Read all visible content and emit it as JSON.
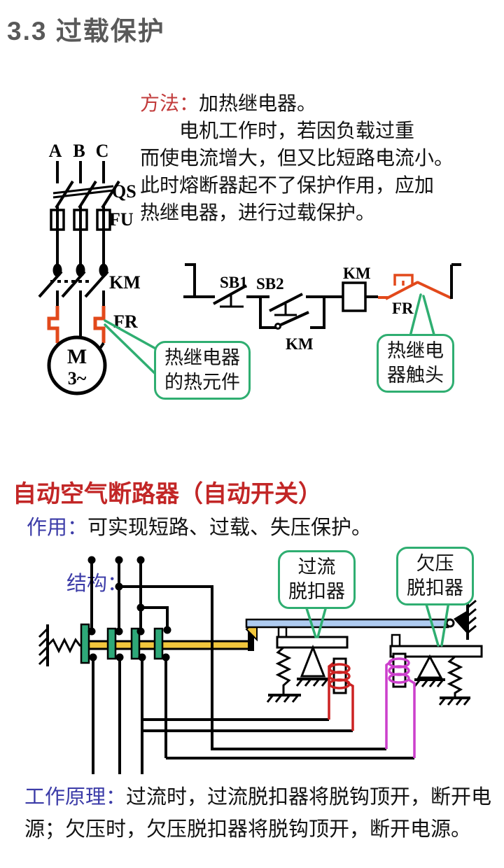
{
  "title": "3.3  过载保护",
  "overload": {
    "method_label": "方法：",
    "method_value": "加热继电器。",
    "paragraph": "电机工作时，若因负载过重\n而使电流增大，但又比短路电流小。\n此时熔断器起不了保护作用，应加\n热继电器，进行过载保护。",
    "labels": {
      "phase_a": "A",
      "phase_b": "B",
      "phase_c": "C",
      "qs": "QS",
      "fu": "FU",
      "km_main": "KM",
      "fr_heater": "FR",
      "motor": "M",
      "motor_sub": "3~",
      "sb1": "SB1",
      "sb2": "SB2",
      "km_latch": "KM",
      "km_coil": "KM",
      "fr_contact": "FR"
    },
    "callout_heater": "热继电器\n的热元件",
    "callout_contact": "热继电\n器触头"
  },
  "breaker": {
    "heading": "自动空气断路器（自动开关）",
    "role_label": "作用：",
    "role_value": "可实现短路、过载、失压保护。",
    "structure_label": "结构：",
    "callout_overcurrent": "过流\n脱扣器",
    "callout_undervoltage": "欠压\n脱扣器",
    "principle_label": "工作原理：",
    "principle_value": "过流时，过流脱扣器将脱钩顶开，断开电源；欠压时，欠压脱扣器将脱钩顶开，断开电源。"
  },
  "colors": {
    "title_gray": "#595959",
    "heading_red": "#C22626",
    "label_red": "#C23B3B",
    "label_blue": "#3C3CA8",
    "callout_green": "#2FAE71",
    "heater_orange": "#E2491B",
    "bar_yellow": "#F2C63C",
    "contact_green": "#2EA878",
    "bar_blue": "#AECBF0",
    "coil_red": "#CC2222",
    "coil_magenta": "#CC3FCC"
  }
}
